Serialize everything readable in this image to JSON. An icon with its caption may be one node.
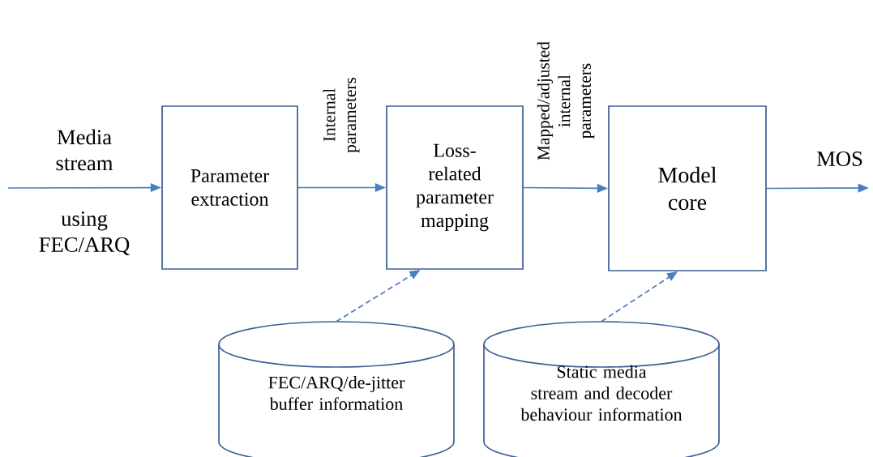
{
  "diagram": {
    "nodes": [
      {
        "text": [
          "Parameter extraction"
        ]
      },
      {
        "text": [
          "Loss-related parameter mapping"
        ]
      },
      {
        "text": [
          "Model core"
        ]
      },
      {
        "text": [
          "FEC/ARQ/de-jitter buffer information"
        ]
      },
      {
        "text": [
          "Static media stream and decoder behaviour information"
        ]
      }
    ],
    "edges": [
      {
        "from": null,
        "to": 0,
        "arrow": "to",
        "label": "Media stream"
      },
      {
        "from": 0,
        "to": 1,
        "arrow": "to",
        "label": "Internal parameters"
      },
      {
        "from": 1,
        "to": 2,
        "arrow": "to",
        "label": "Mapped/adjusted internal parameters"
      },
      {
        "from": 2,
        "to": null,
        "arrow": "to",
        "label": "MOS"
      },
      {
        "from": 3,
        "to": 1,
        "arrow": "to",
        "style": "dashed"
      },
      {
        "from": 4,
        "to": 2,
        "arrow": "to",
        "style": "dashed"
      }
    ],
    "labels": [
      "using FEC/ARQ"
    ]
  }
}
